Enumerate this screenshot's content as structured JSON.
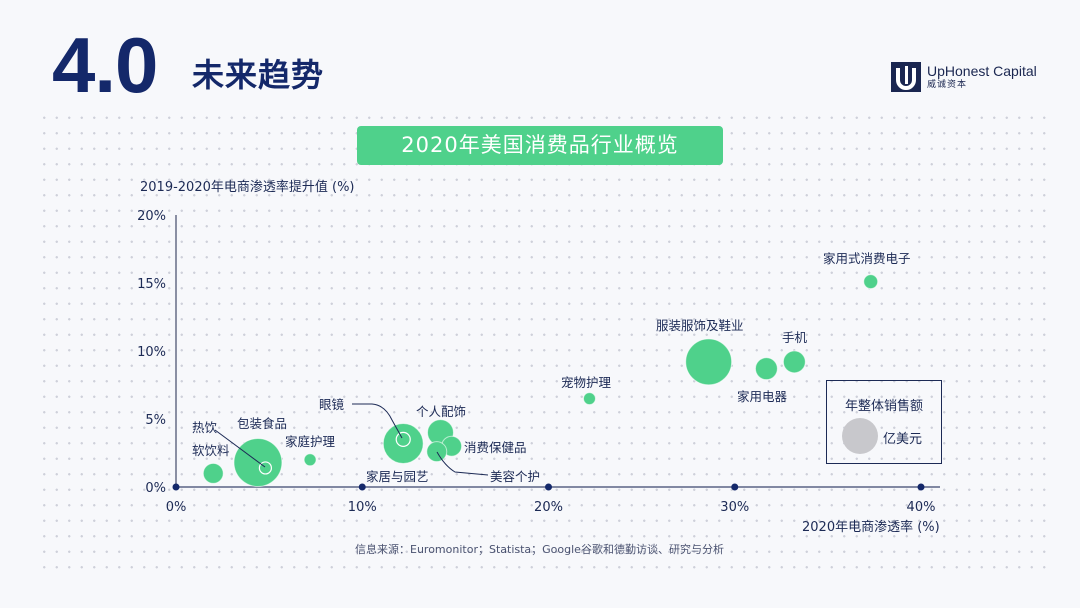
{
  "header": {
    "section_number": "4.0",
    "section_title": "未来趋势"
  },
  "logo": {
    "mark": "U-logo-icon",
    "name_en": "UpHonest Capital",
    "name_cn": "威诚资本"
  },
  "colors": {
    "navy": "#14286a",
    "bubble_green": "#4fd18b",
    "legend_grey": "#c8c8cc",
    "background": "#f7f8fb"
  },
  "chart_data": {
    "type": "scatter",
    "subtype": "bubble",
    "title": "2020年美国消费品行业概览",
    "xlabel": "2020年电商渗透率 (%)",
    "ylabel": "2019-2020年电商渗透率提升值 (%)",
    "xlim": [
      0,
      40
    ],
    "ylim": [
      0,
      20
    ],
    "x_ticks": [
      "0%",
      "10%",
      "20%",
      "30%",
      "40%"
    ],
    "y_ticks": [
      "0%",
      "5%",
      "10%",
      "15%",
      "20%"
    ],
    "grid": false,
    "legend": {
      "title": "年整体销售额",
      "unit": "亿美元",
      "position": "lower right"
    },
    "size_note": "bubble area ∝ 年整体销售额 (亿美元); sizes estimated from pixel radius",
    "points": [
      {
        "label": "软饮料",
        "x": 2.0,
        "y": 1.0,
        "r": 10
      },
      {
        "label": "包装食品",
        "x": 4.4,
        "y": 1.8,
        "r": 24
      },
      {
        "label": "热饮",
        "x": 4.8,
        "y": 1.4,
        "r": 6,
        "style": "ring"
      },
      {
        "label": "家庭护理",
        "x": 7.2,
        "y": 2.0,
        "r": 6
      },
      {
        "label": "家居与园艺",
        "x": 12.2,
        "y": 3.2,
        "r": 20
      },
      {
        "label": "眼镜",
        "x": 12.2,
        "y": 3.5,
        "r": 7,
        "style": "ring"
      },
      {
        "label": "个人配饰",
        "x": 14.2,
        "y": 4.0,
        "r": 13
      },
      {
        "label": "消费保健品",
        "x": 14.8,
        "y": 3.0,
        "r": 10
      },
      {
        "label": "美容个护",
        "x": 14.0,
        "y": 2.6,
        "r": 10
      },
      {
        "label": "宠物护理",
        "x": 22.2,
        "y": 6.5,
        "r": 6
      },
      {
        "label": "服装服饰及鞋业",
        "x": 28.6,
        "y": 9.2,
        "r": 23
      },
      {
        "label": "家用电器",
        "x": 31.7,
        "y": 8.7,
        "r": 11
      },
      {
        "label": "手机",
        "x": 33.2,
        "y": 9.2,
        "r": 11
      },
      {
        "label": "家用式消费电子",
        "x": 37.3,
        "y": 15.1,
        "r": 7
      }
    ]
  },
  "source": "信息来源：Euromonitor；Statista；Google谷歌和德勤访谈、研究与分析"
}
